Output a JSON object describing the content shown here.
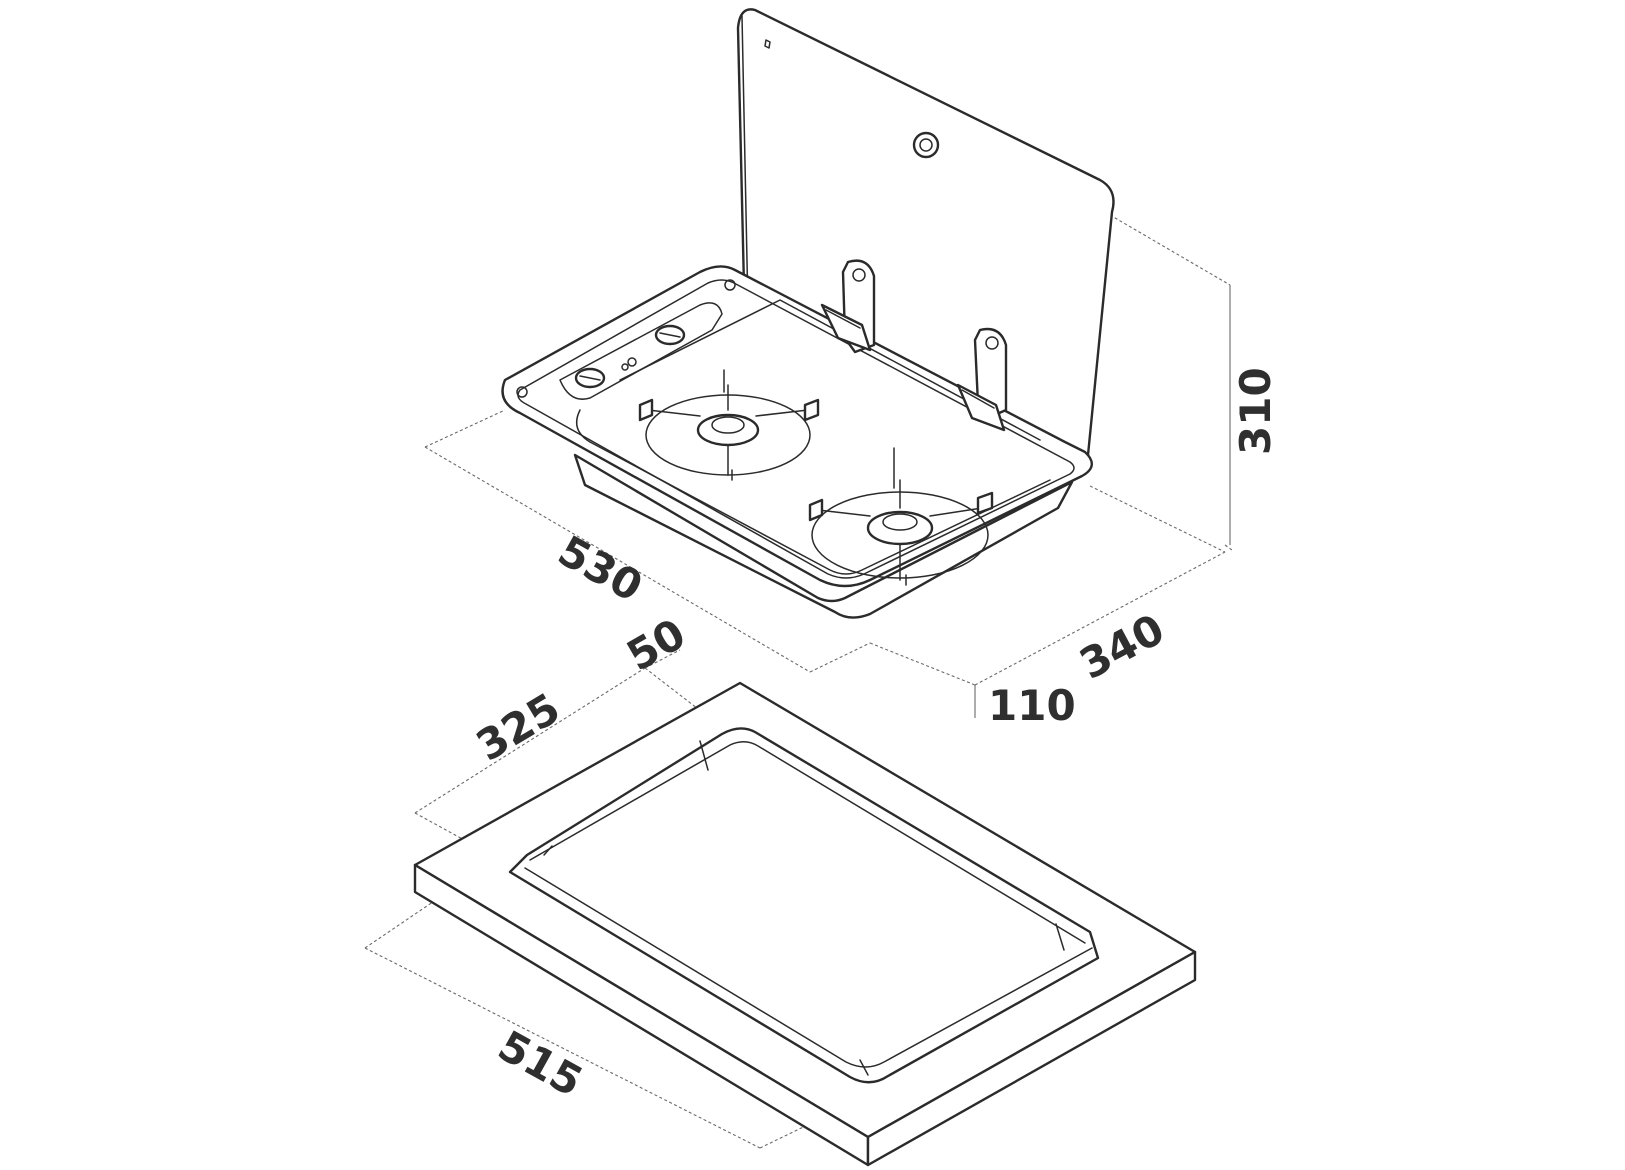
{
  "dimensions": {
    "hob_width": "530",
    "hob_depth": "340",
    "hob_height": "310",
    "hob_below_counter": "110",
    "cutout_offset": "50",
    "cutout_depth": "325",
    "cutout_width": "515"
  },
  "colors": {
    "line": "#2b2b2b",
    "dimension_line": "#6a6a6a",
    "text": "#2f2f2f",
    "background": "#ffffff"
  }
}
